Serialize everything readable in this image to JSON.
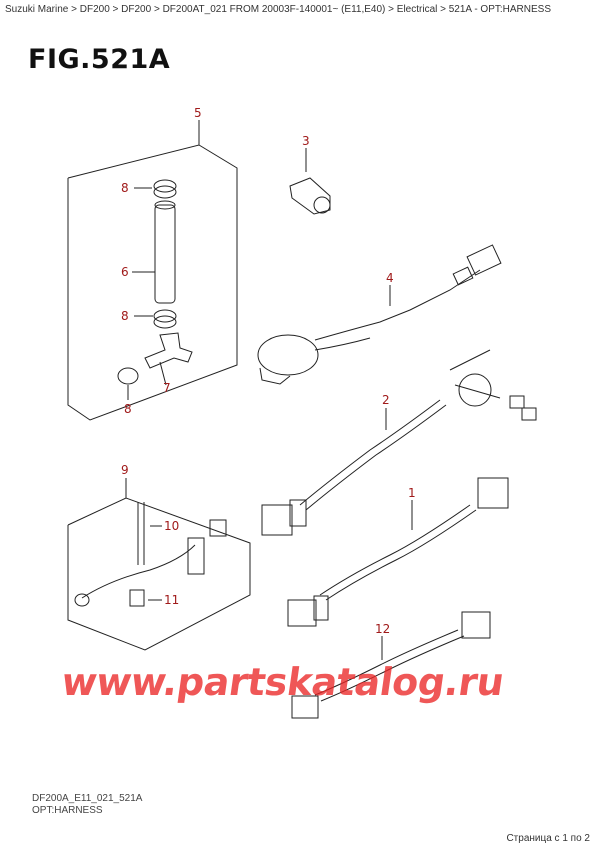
{
  "breadcrumb": "Suzuki Marine > DF200 > DF200 > DF200AT_021 FROM 20003F-140001~ (E11,E40) > Electrical > 521A - OPT:HARNESS",
  "figure_title": "FIG.521A",
  "part_numbers": [
    "5",
    "3",
    "8",
    "4",
    "6",
    "8",
    "7",
    "8",
    "2",
    "9",
    "1",
    "10",
    "11",
    "12"
  ],
  "footer": {
    "code": "DF200A_E11_021_521A",
    "caption": "OPT:HARNESS",
    "pager": "Страница с 1 по 2"
  },
  "watermark": "www.partskatalog.ru",
  "colors": {
    "label": "#a01a1a",
    "watermark": "#eb2828",
    "line": "#222222"
  }
}
